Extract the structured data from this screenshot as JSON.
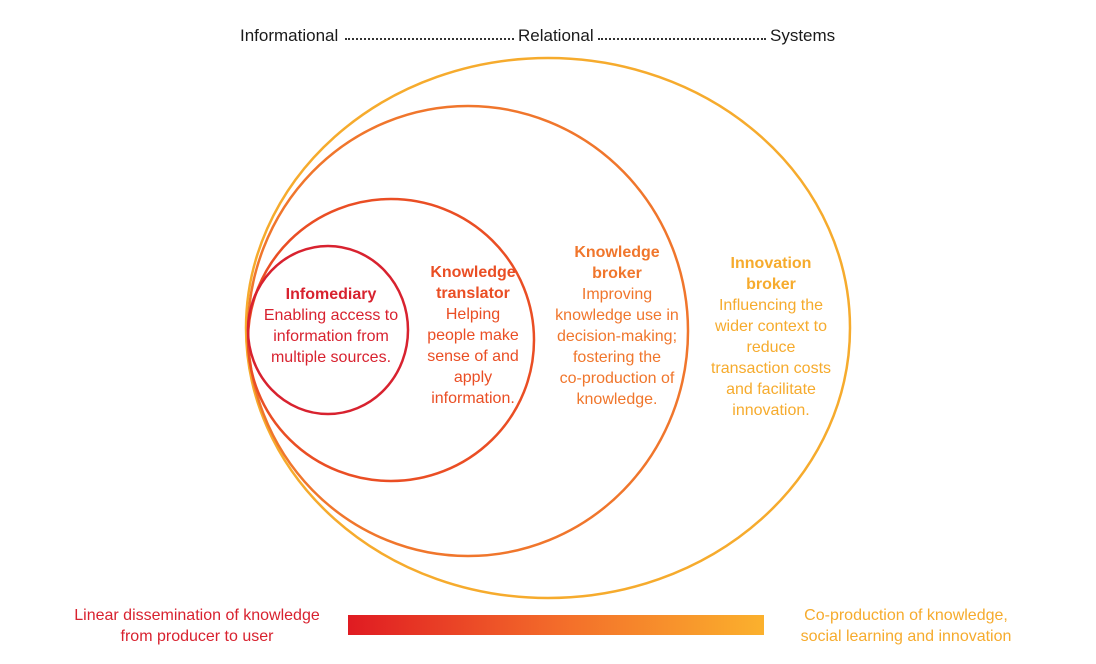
{
  "scale": {
    "left": "Informational",
    "middle": "Relational",
    "right": "Systems"
  },
  "roles": [
    {
      "title": "Infomediary",
      "description": [
        "Enabling access to",
        "information from",
        "multiple sources."
      ],
      "color": "#d8222f"
    },
    {
      "title": [
        "Knowledge",
        "translator"
      ],
      "description": [
        "Helping",
        "people make",
        "sense of and",
        "apply",
        "information."
      ],
      "color": "#ea4e24"
    },
    {
      "title": [
        "Knowledge",
        "broker"
      ],
      "description": [
        "Improving",
        "knowledge use in",
        "decision-making;",
        "fostering the",
        "co-production of",
        "knowledge."
      ],
      "color": "#f0762c"
    },
    {
      "title": [
        "Innovation",
        "broker"
      ],
      "description": [
        "Influencing the",
        "wider context to",
        "reduce",
        "transaction costs",
        "and facilitate",
        "innovation."
      ],
      "color": "#f6ab2d"
    }
  ],
  "continuum": {
    "left": [
      "Linear dissemination of knowledge",
      "from producer to user"
    ],
    "right": [
      "Co-production of knowledge,",
      "social learning and innovation"
    ],
    "gradient_start": "#e01b22",
    "gradient_end": "#fbb12d"
  }
}
